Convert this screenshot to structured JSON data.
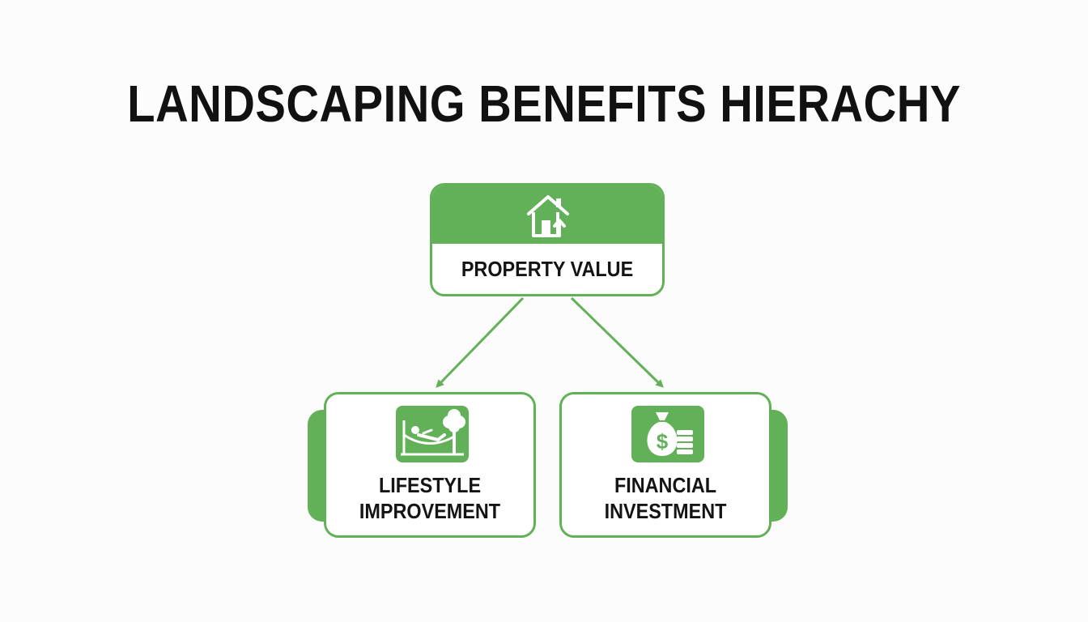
{
  "title": "LANDSCAPING BENEFITS HIERACHY",
  "colors": {
    "accent": "#62b058",
    "text": "#141414",
    "background": "#fcfcfc"
  },
  "nodes": {
    "top": {
      "label": "PROPERTY VALUE",
      "icon": "house-with-up-arrow-icon"
    },
    "left": {
      "label_line1": "LIFESTYLE",
      "label_line2": "IMPROVEMENT",
      "icon": "hammock-tree-icon"
    },
    "right": {
      "label_line1": "FINANCIAL",
      "label_line2": "INVESTMENT",
      "icon": "money-bag-icon"
    }
  },
  "edges": [
    {
      "from": "PROPERTY VALUE",
      "to": "LIFESTYLE IMPROVEMENT"
    },
    {
      "from": "PROPERTY VALUE",
      "to": "FINANCIAL INVESTMENT"
    }
  ]
}
